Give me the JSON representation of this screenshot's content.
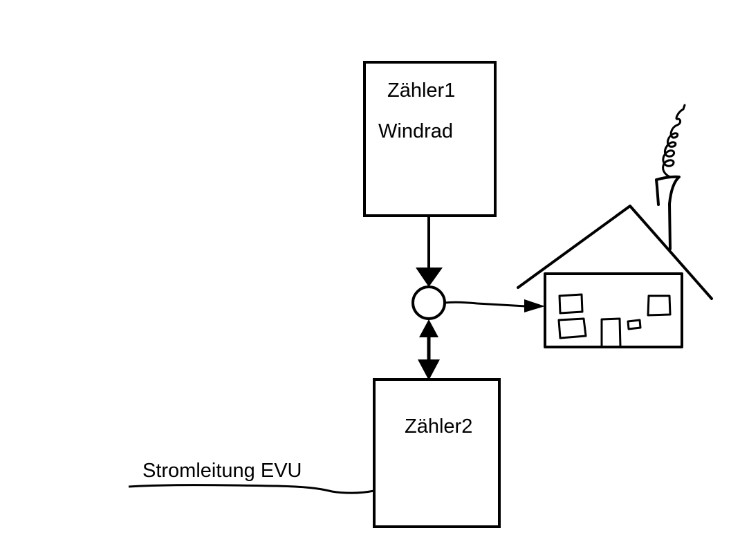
{
  "diagram": {
    "meter1": {
      "title": "Zähler1",
      "subtitle": "Windrad"
    },
    "meter2": {
      "title": "Zähler2"
    },
    "grid_line": {
      "label": "Stromleitung EVU"
    }
  },
  "colors": {
    "stroke": "#000000",
    "background": "#ffffff"
  }
}
